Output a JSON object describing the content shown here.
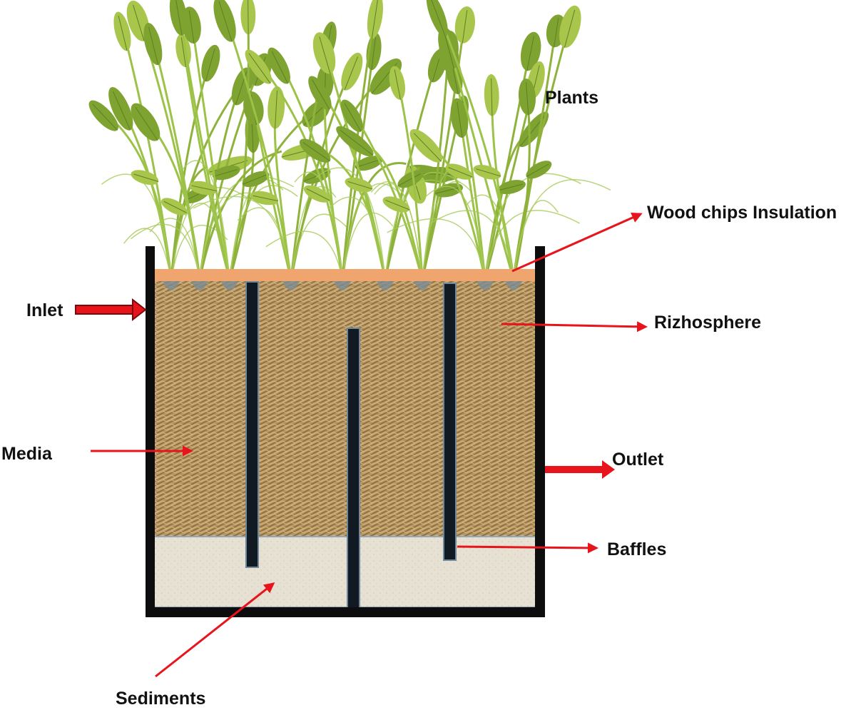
{
  "labels": {
    "plants": "Plants",
    "wood_chips": "Wood chips Insulation",
    "inlet": "Inlet",
    "rhizosphere": "Rizhosphere",
    "media": "Media",
    "outlet": "Outlet",
    "baffles": "Baffles",
    "sediments": "Sediments"
  },
  "colors": {
    "arrow": "#e8141c",
    "tank_wall": "#0d0d0d",
    "baffle": "#111a22",
    "media": "#b5935c",
    "media_weave": "#8e6d3c",
    "sediment": "#e8e2d6",
    "wood_chips": "#f0a56f",
    "leaf_dark": "#7fa330",
    "leaf_light": "#a9c64c"
  }
}
